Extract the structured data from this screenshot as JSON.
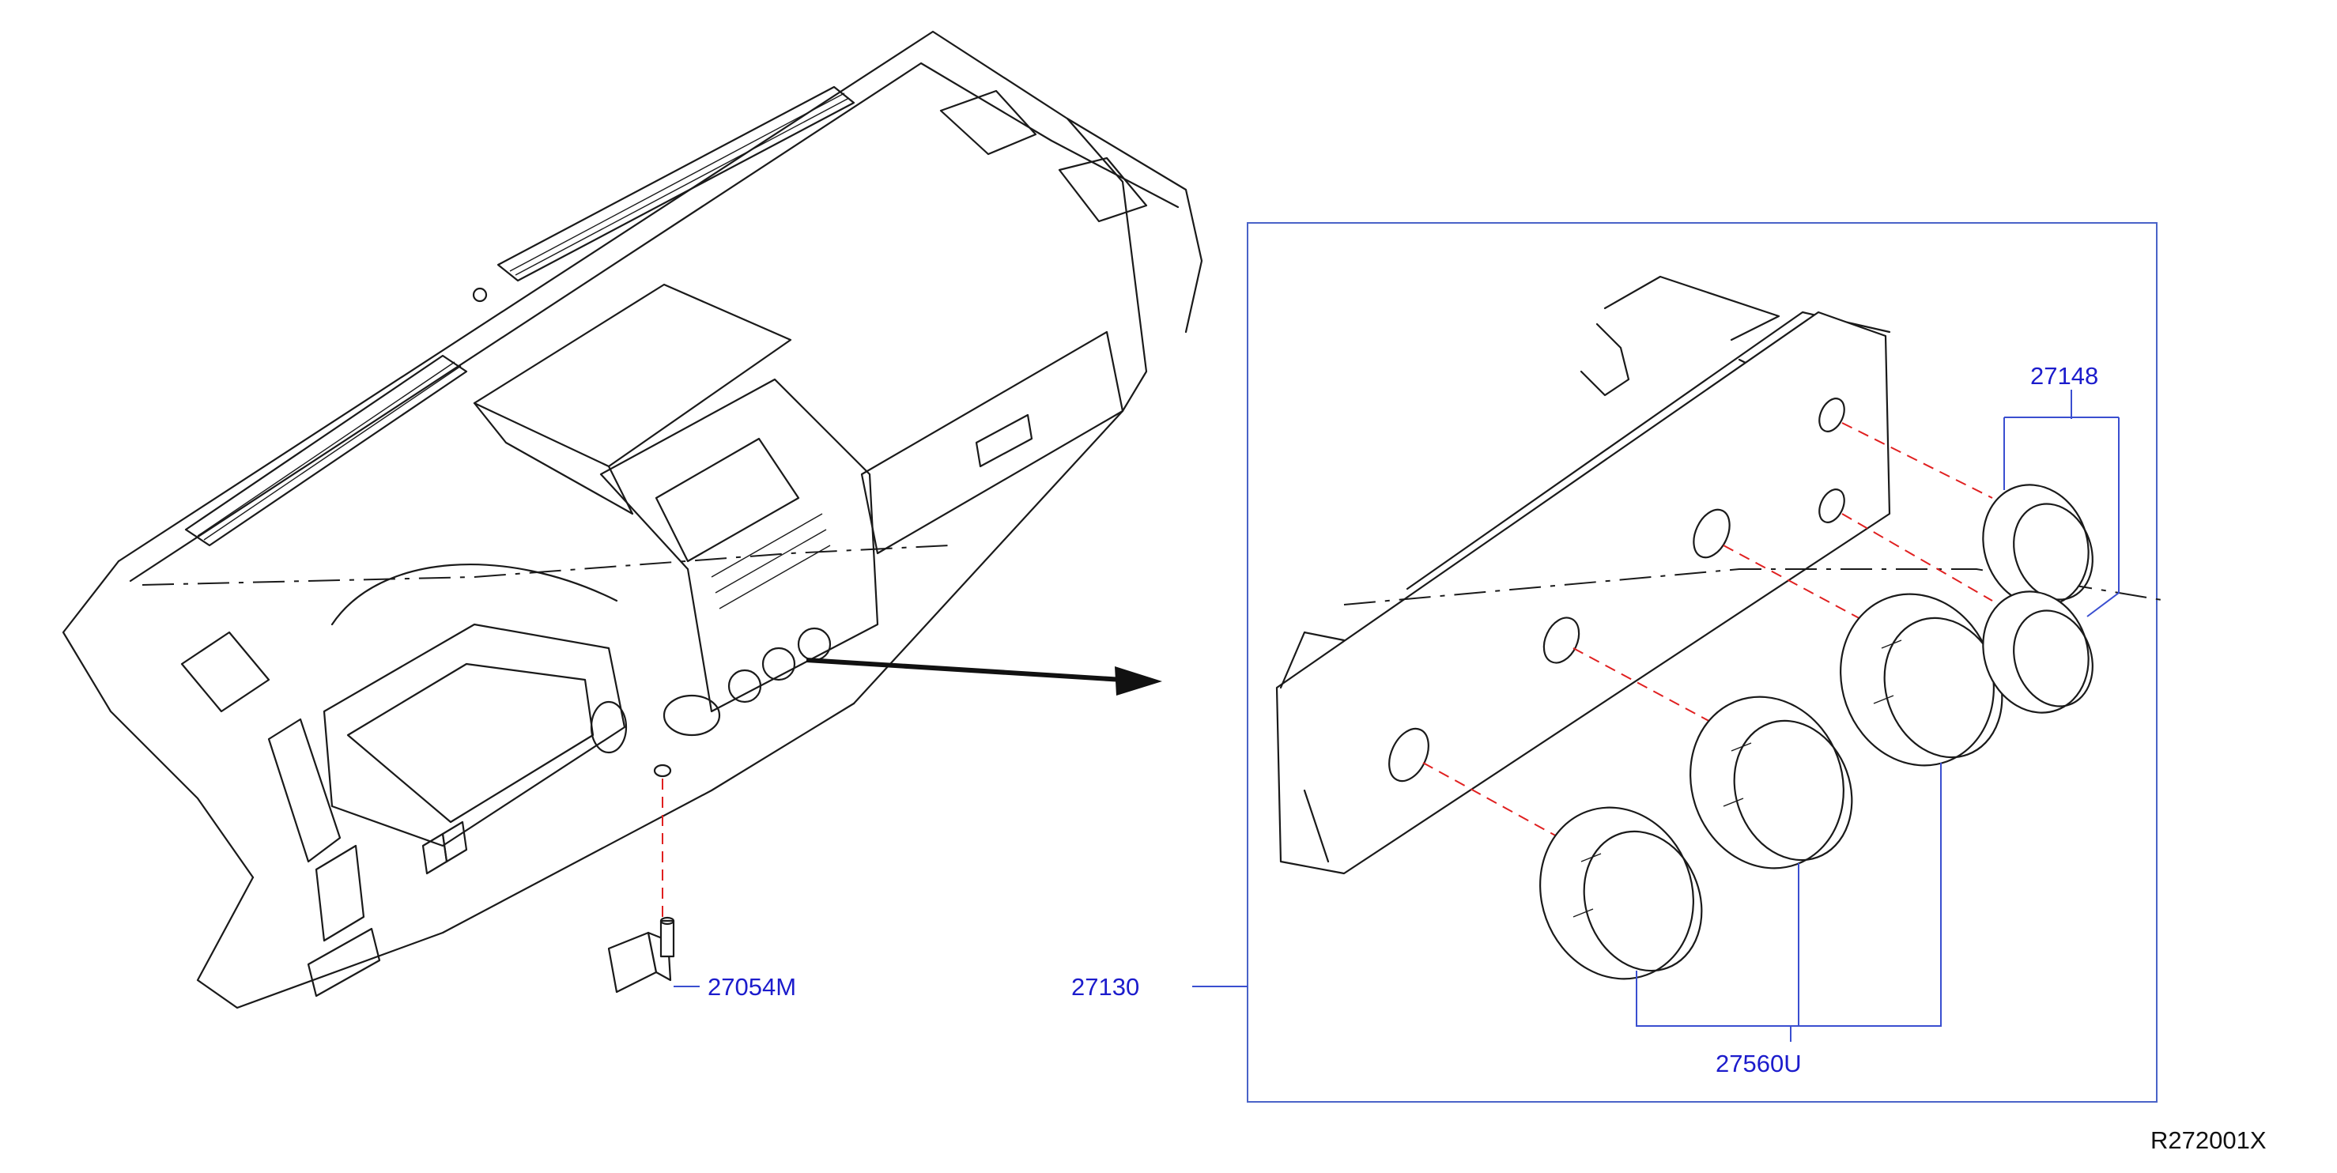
{
  "labels": {
    "aspirator": "27054M",
    "control_assembly": "27130",
    "small_knob": "27148",
    "large_knob": "27560U"
  },
  "diagram_code": "R272001X",
  "colors": {
    "label_text": "#1c1ccc",
    "leader_line": "#3a4fd0",
    "assembly_line": "#e02020",
    "drawing_ink": "#1a1a1a"
  }
}
